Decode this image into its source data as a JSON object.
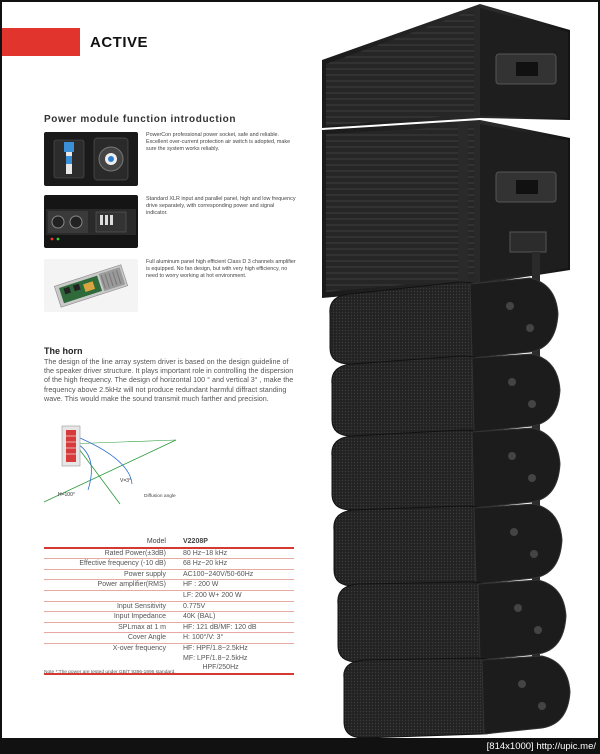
{
  "header": {
    "title": "ACTIVE",
    "accent": "#e0342c"
  },
  "power_module": {
    "title": "Power module function introduction",
    "features": [
      {
        "image": "powercon-socket-photo",
        "text": "PowerCon professional power socket, safe and reliable. Excellent over-current protection air switch is adopted, make sure the system works reliably."
      },
      {
        "image": "xlr-panel-photo",
        "text": "Standard XLR input and  parallel panel, high and low frequency drive separately, with corresponding power and signal indicator."
      },
      {
        "image": "amplifier-board-photo",
        "text": "Full aluminum panel high efficient Class D 3 channels amplifier is equipped. No fan design, but with very high efficiency, no need to worry working at hot environment."
      }
    ]
  },
  "horn": {
    "title": "The horn",
    "body": "The design of the line array system driver is based on the design guideline of the speaker driver structure. It plays important role in controlling the dispersion of the high frequency. The design of horizontal 100 ° and vertical 3° , make the frequency above 2.5kHz will not produce redundant harmful diffract standing wave. This would make the sound transmit much farther and precision.",
    "diagram": {
      "h_label": "H=100°",
      "v_label": "V=3°",
      "caption": "Diffusion angle"
    }
  },
  "specs": {
    "header": {
      "label": "Model",
      "value": "V2208P"
    },
    "rows": [
      {
        "label": "Rated Power(±3dB)",
        "value": "80 Hz~18 kHz"
      },
      {
        "label": "Effective frequency (-10 dB)",
        "value": "68 Hz~20 kHz"
      },
      {
        "label": "Power supply",
        "value": "AC100~240V/50-60Hz"
      },
      {
        "label": "Power amplifier(RMS)",
        "value": "HF : 200 W"
      },
      {
        "label": "",
        "value": "LF: 200 W+ 200 W"
      },
      {
        "label": "Input Sensitivity",
        "value": "0.775V"
      },
      {
        "label": "Input Impedance",
        "value": "40K  (BAL)"
      },
      {
        "label": "SPLmax at 1 m",
        "value": "HF: 121 dB/MF: 120 dB"
      },
      {
        "label": "Cover Angle",
        "value": "H: 100°/V: 3°"
      },
      {
        "label": "X-over frequency",
        "value": "HF: HPF/1.8~2.5kHz"
      },
      {
        "label": "",
        "value": "MF: LPF/1.8~2.5kHz"
      },
      {
        "label": "",
        "value": "          HPF/250Hz"
      }
    ],
    "note": "Note *:The power are tested under GB/T 9396-1996 standard."
  },
  "product_image": {
    "name": "line-array-speaker-stack"
  },
  "watermark": "[814x1000] http://upic.me/"
}
